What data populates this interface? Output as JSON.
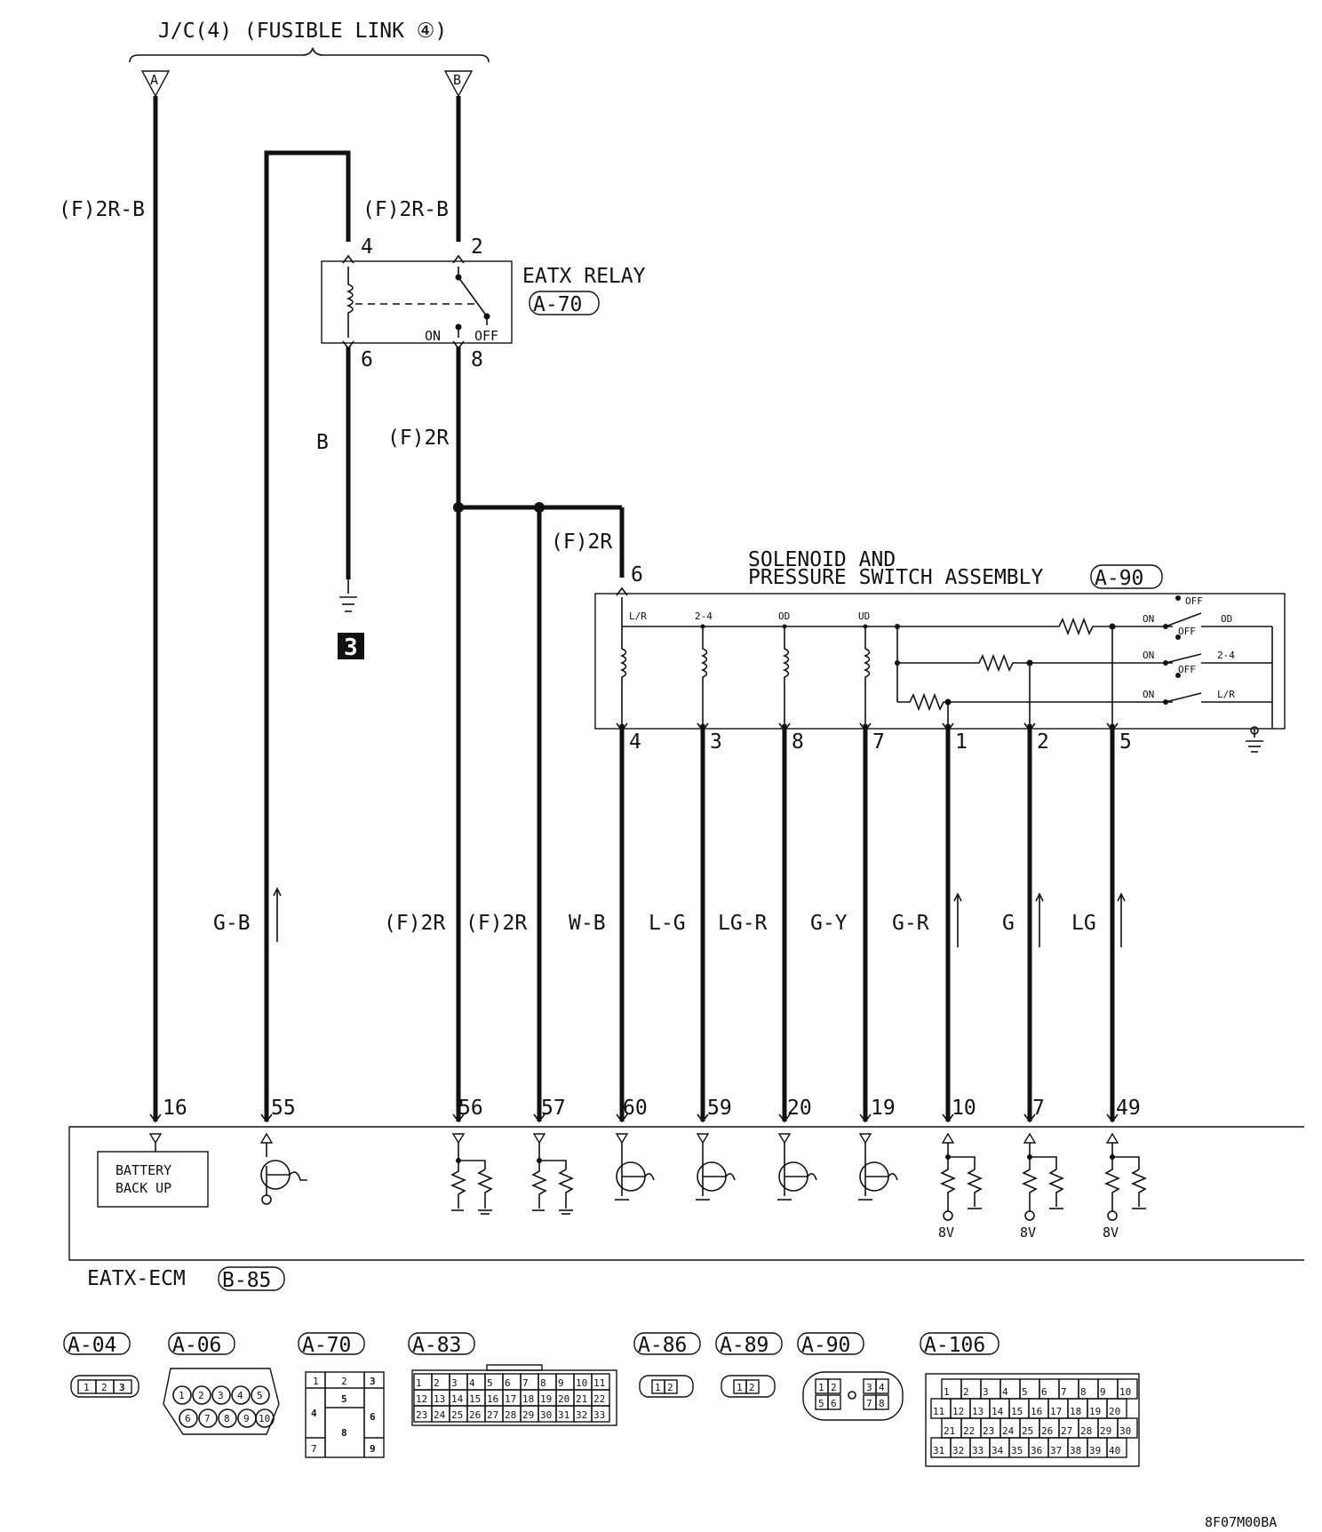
{
  "header": {
    "jc_label": "J/C(4) (FUSIBLE LINK ④)",
    "fuse_a": "A",
    "fuse_b": "B"
  },
  "relay": {
    "name": "EATX RELAY",
    "connector": "A-70",
    "pins": {
      "p4": "4",
      "p2": "2",
      "p6": "6",
      "p8": "8"
    },
    "on": "ON",
    "off": "OFF"
  },
  "wires": {
    "w_left": "(F)2R-B",
    "w_relay_top": "(F)2R-B",
    "w_ground": "B",
    "w_relay_out": "(F)2R",
    "w_sol_feed": "(F)2R",
    "bottom": [
      "G-B",
      "(F)2R",
      "(F)2R",
      "W-B",
      "L-G",
      "LG-R",
      "G-Y",
      "G-R",
      "G",
      "LG"
    ]
  },
  "ground_ref": "3",
  "solenoid": {
    "title_line1": "SOLENOID AND",
    "title_line2": "PRESSURE SWITCH ASSEMBLY",
    "connector": "A-90",
    "top_pin": "6",
    "coil_labels": [
      "L/R",
      "2-4",
      "OD",
      "UD"
    ],
    "bottom_pins": [
      "4",
      "3",
      "8",
      "7",
      "1",
      "2",
      "5"
    ],
    "switch_labels": [
      "OD",
      "2-4",
      "L/R"
    ],
    "on": "ON",
    "off": "OFF"
  },
  "ecm": {
    "name": "EATX-ECM",
    "connector": "B-85",
    "pins": [
      "16",
      "55",
      "56",
      "57",
      "60",
      "59",
      "20",
      "19",
      "10",
      "7",
      "49"
    ],
    "battery_backup_line1": "BATTERY",
    "battery_backup_line2": "BACK UP",
    "voltage": "8V"
  },
  "connectors": {
    "labels": [
      "A-04",
      "A-06",
      "A-70",
      "A-83",
      "A-86",
      "A-89",
      "A-90",
      "A-106"
    ],
    "a04": [
      "1",
      "2",
      "3"
    ],
    "a06": [
      "1",
      "2",
      "3",
      "4",
      "5",
      "6",
      "7",
      "8",
      "9",
      "10"
    ],
    "a70": [
      "1",
      "2",
      "3",
      "4",
      "5",
      "6",
      "7",
      "8",
      "9"
    ],
    "a83_rows": [
      [
        "1",
        "2",
        "3",
        "4",
        "5",
        "6",
        "7",
        "8",
        "9",
        "10",
        "11"
      ],
      [
        "12",
        "13",
        "14",
        "15",
        "16",
        "17",
        "18",
        "19",
        "20",
        "21",
        "22"
      ],
      [
        "23",
        "24",
        "25",
        "26",
        "27",
        "28",
        "29",
        "30",
        "31",
        "32",
        "33"
      ]
    ],
    "a86": [
      "1",
      "2"
    ],
    "a89": [
      "1",
      "2"
    ],
    "a90": [
      "1",
      "2",
      "3",
      "4",
      "5",
      "6",
      "7",
      "8"
    ],
    "a106_rows": [
      [
        "1",
        "2",
        "3",
        "4",
        "5",
        "6",
        "7",
        "8",
        "9",
        "10"
      ],
      [
        "11",
        "12",
        "13",
        "14",
        "15",
        "16",
        "17",
        "18",
        "19",
        "20"
      ],
      [
        "21",
        "22",
        "23",
        "24",
        "25",
        "26",
        "27",
        "28",
        "29",
        "30"
      ],
      [
        "31",
        "32",
        "33",
        "34",
        "35",
        "36",
        "37",
        "38",
        "39",
        "40"
      ]
    ]
  },
  "figure_code": "8F07M00BA"
}
